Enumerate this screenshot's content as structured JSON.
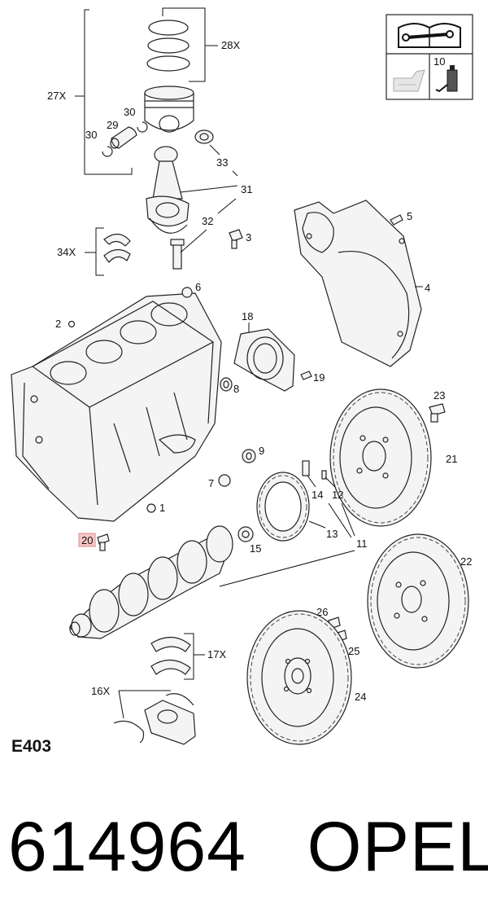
{
  "diagram": {
    "code": "E403",
    "footer_part": "614964",
    "footer_brand": "OPEL",
    "labels": {
      "l27x": "27X",
      "l28x": "28X",
      "l30a": "30",
      "l29": "29",
      "l30b": "30",
      "l33": "33",
      "l31": "31",
      "l32": "32",
      "l3": "3",
      "l34x": "34X",
      "l5": "5",
      "l4": "4",
      "l6": "6",
      "l2": "2",
      "l18": "18",
      "l19": "19",
      "l8": "8",
      "l23": "23",
      "l21": "21",
      "l9": "9",
      "l7": "7",
      "l14": "14",
      "l12": "12",
      "l1": "1",
      "l13": "13",
      "l11": "11",
      "l20": "20",
      "l15": "15",
      "l22": "22",
      "l26": "26",
      "l25": "25",
      "l17x": "17X",
      "l16x": "16X",
      "l24": "24",
      "l10": "10"
    }
  }
}
